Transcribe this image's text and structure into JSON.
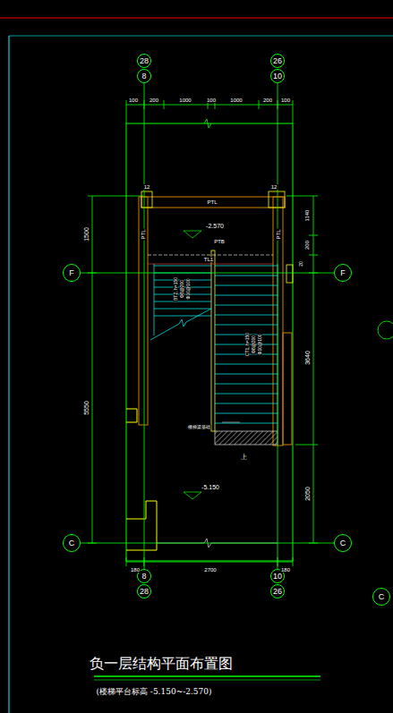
{
  "diagram": {
    "title": "负一层结构平面布置图",
    "caption": "(楼梯平台标高 -5.150~-2.570)",
    "nodes": [
      {
        "text": [
          "28"
        ]
      },
      {
        "text": [
          "8"
        ]
      },
      {
        "text": [
          "26"
        ]
      },
      {
        "text": [
          "10"
        ]
      },
      {
        "text": [
          "F"
        ]
      },
      {
        "text": [
          "F"
        ]
      },
      {
        "text": [
          "C"
        ]
      },
      {
        "text": [
          "C"
        ]
      },
      {
        "text": [
          "8"
        ]
      },
      {
        "text": [
          "28"
        ]
      },
      {
        "text": [
          "10"
        ]
      },
      {
        "text": [
          "26"
        ]
      },
      {
        "text": [
          "C"
        ]
      }
    ],
    "edges": [
      {
        "from": 1,
        "to": 8,
        "arrow": "none"
      },
      {
        "from": 3,
        "to": 10,
        "arrow": "none"
      },
      {
        "from": 4,
        "to": 5,
        "arrow": "none"
      },
      {
        "from": 6,
        "to": 7,
        "arrow": "none"
      }
    ],
    "labels": [
      "100",
      "200",
      "1000",
      "100",
      "1000",
      "200",
      "100",
      "12",
      "PTL",
      "12",
      "PTL",
      "PTL",
      "-2.570",
      "PTB",
      "TL1",
      "1500",
      "5550",
      "1140",
      "200",
      "20",
      "3640",
      "2050",
      "BT2, h=150",
      "Φ8@200",
      "Φ10@100",
      "CT1, h=150",
      "Φ8@200",
      "Φ10@100",
      "楼梯梁基础",
      "上",
      "-5.150",
      "180",
      "2700",
      "180"
    ]
  }
}
